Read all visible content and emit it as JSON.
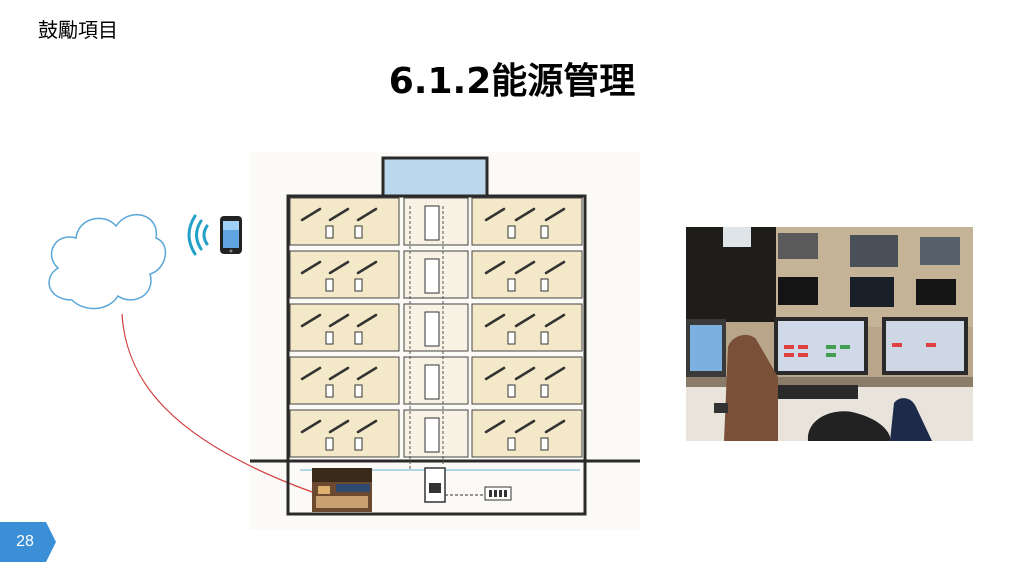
{
  "header": {
    "section_label": "鼓勵項目",
    "title": "6.1.2能源管理"
  },
  "footer": {
    "page_number": "28"
  },
  "colors": {
    "page_tab": "#3b8fd6",
    "floor_fill": "#f3e8c8",
    "building_frame": "#2a2a2a",
    "roof_box": "#bcd8ec",
    "cloud_stroke": "#5aa6d8",
    "signal_line": "#d23b3b",
    "wifi_icon": "#22a0c8"
  },
  "icons": {
    "cloud": "cloud-icon",
    "wireless": "wifi-signal-icon",
    "phone": "smartphone-icon"
  }
}
